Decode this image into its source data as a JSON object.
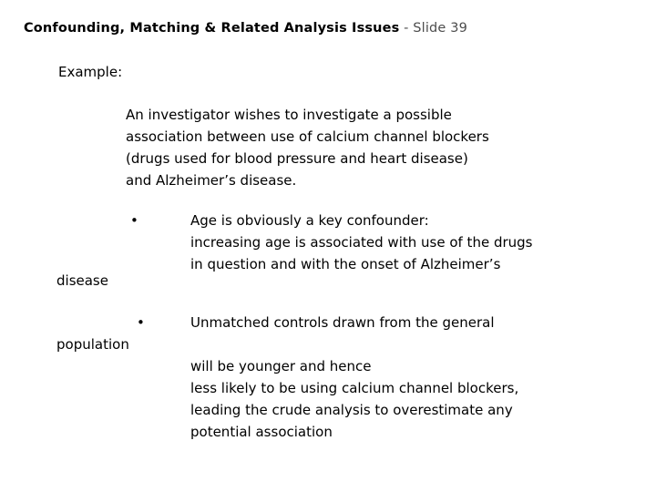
{
  "slide": {
    "title": {
      "main": "Confounding, Matching & Related Analysis Issues",
      "suffix": " - Slide 39"
    },
    "example_label": "Example:",
    "paragraph": {
      "lines": [
        "An investigator wishes to investigate a possible",
        "association between use of calcium channel blockers",
        "(drugs used for blood pressure and heart disease)",
        "and Alzheimer’s disease."
      ]
    },
    "bullets": [
      {
        "marker": "•",
        "lines": [
          "Age is obviously a key confounder:",
          "increasing age is associated with use of the drugs",
          "in question and with the onset of Alzheimer’s"
        ],
        "orphan": "disease"
      },
      {
        "marker": "•",
        "lines": [
          "Unmatched controls drawn from the general"
        ],
        "orphan": "population",
        "continuation": [
          "will be younger and hence",
          "less likely to be using calcium channel blockers,",
          "leading the crude analysis to overestimate any",
          "potential association"
        ]
      }
    ]
  },
  "colors": {
    "background": "#ffffff",
    "text": "#000000",
    "title_suffix": "#4d4d4d"
  }
}
